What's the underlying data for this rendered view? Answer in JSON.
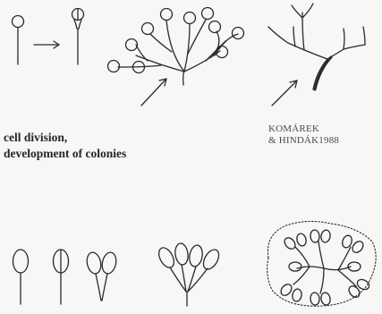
{
  "caption": {
    "line1": "cell division,",
    "line2": "development of colonies"
  },
  "credit": {
    "line1": "KOMÁREK",
    "line2": "& HINDÁK1988"
  },
  "colors": {
    "ink": "#2a2a2a",
    "paper": "#f7f7f5"
  }
}
